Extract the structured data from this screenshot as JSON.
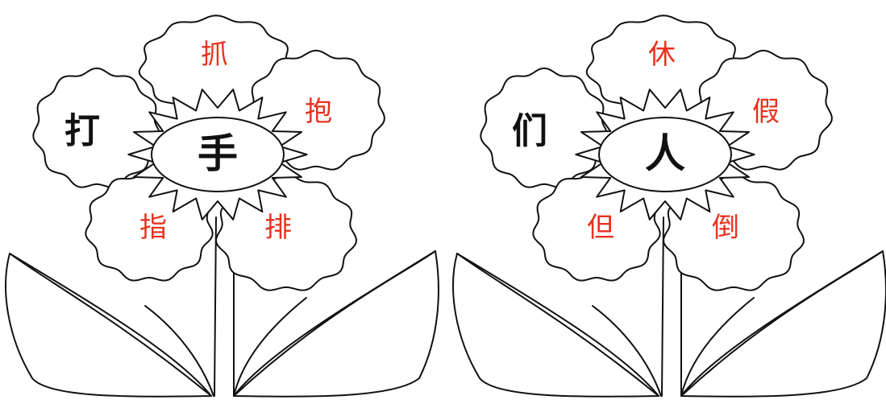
{
  "colors": {
    "character": "#e8321e",
    "outline": "#111111",
    "background": "#ffffff"
  },
  "flowers": [
    {
      "center": "手",
      "left": "打",
      "top": "抓",
      "right": "抱",
      "bottom_left": "指",
      "bottom_right": "排"
    },
    {
      "center": "人",
      "left": "们",
      "top": "休",
      "right": "假",
      "bottom_left": "但",
      "bottom_right": "倒"
    }
  ]
}
